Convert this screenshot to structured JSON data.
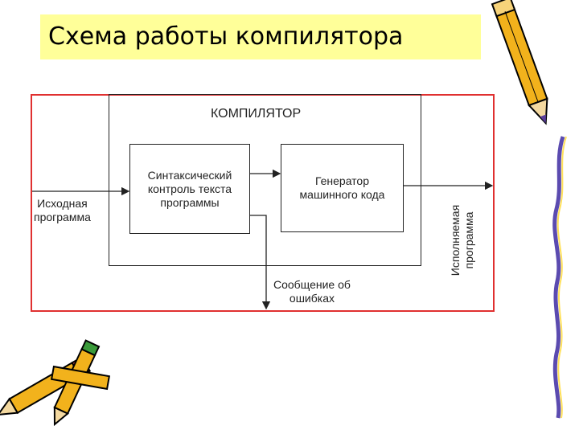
{
  "title": "Схема работы компилятора",
  "diagram": {
    "compiler_label": "КОМПИЛЯТОР",
    "syntax_box": "Синтаксический\nконтроль текста\nпрограммы",
    "generator_box": "Генератор\nмашинного кода",
    "input_label": "Исходная\nпрограмма",
    "output_label": "Исполняемая\nпрограмма",
    "error_label": "Сообщение об\nошибках"
  },
  "colors": {
    "title_bg": "#ffff99",
    "frame": "#e03030",
    "line": "#222222"
  },
  "icons": [
    "pencil-icon-top-right",
    "pencil-icon-bottom-left",
    "pencil-icon-right-side"
  ]
}
